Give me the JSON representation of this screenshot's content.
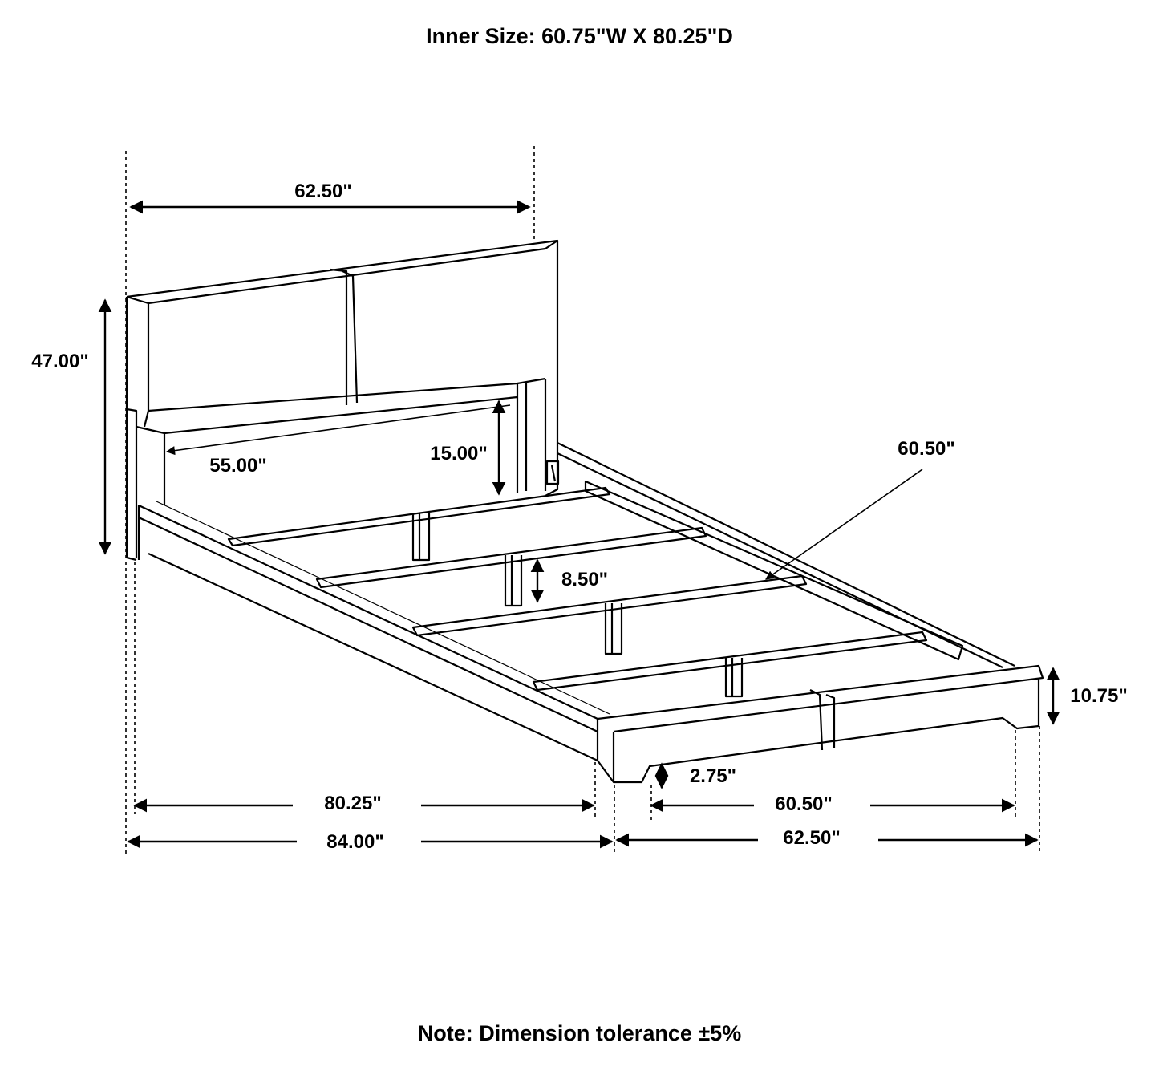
{
  "title": "Inner Size: 60.75\"W X 80.25\"D",
  "note": "Note: Dimension tolerance ±5%",
  "dimensions": {
    "headboard_width": "62.50\"",
    "headboard_height": "47.00\"",
    "inner_width_label": "55.00\"",
    "clearance_height": "15.00\"",
    "slat_span": "60.50\"",
    "support_leg_height": "8.50\"",
    "footboard_height": "10.75\"",
    "foot_clearance": "2.75\"",
    "side_rail_length": "80.25\"",
    "overall_length": "84.00\"",
    "inner_width_bottom": "60.50\"",
    "overall_width_bottom": "62.50\""
  },
  "colors": {
    "line": "#000000",
    "background": "#ffffff"
  }
}
